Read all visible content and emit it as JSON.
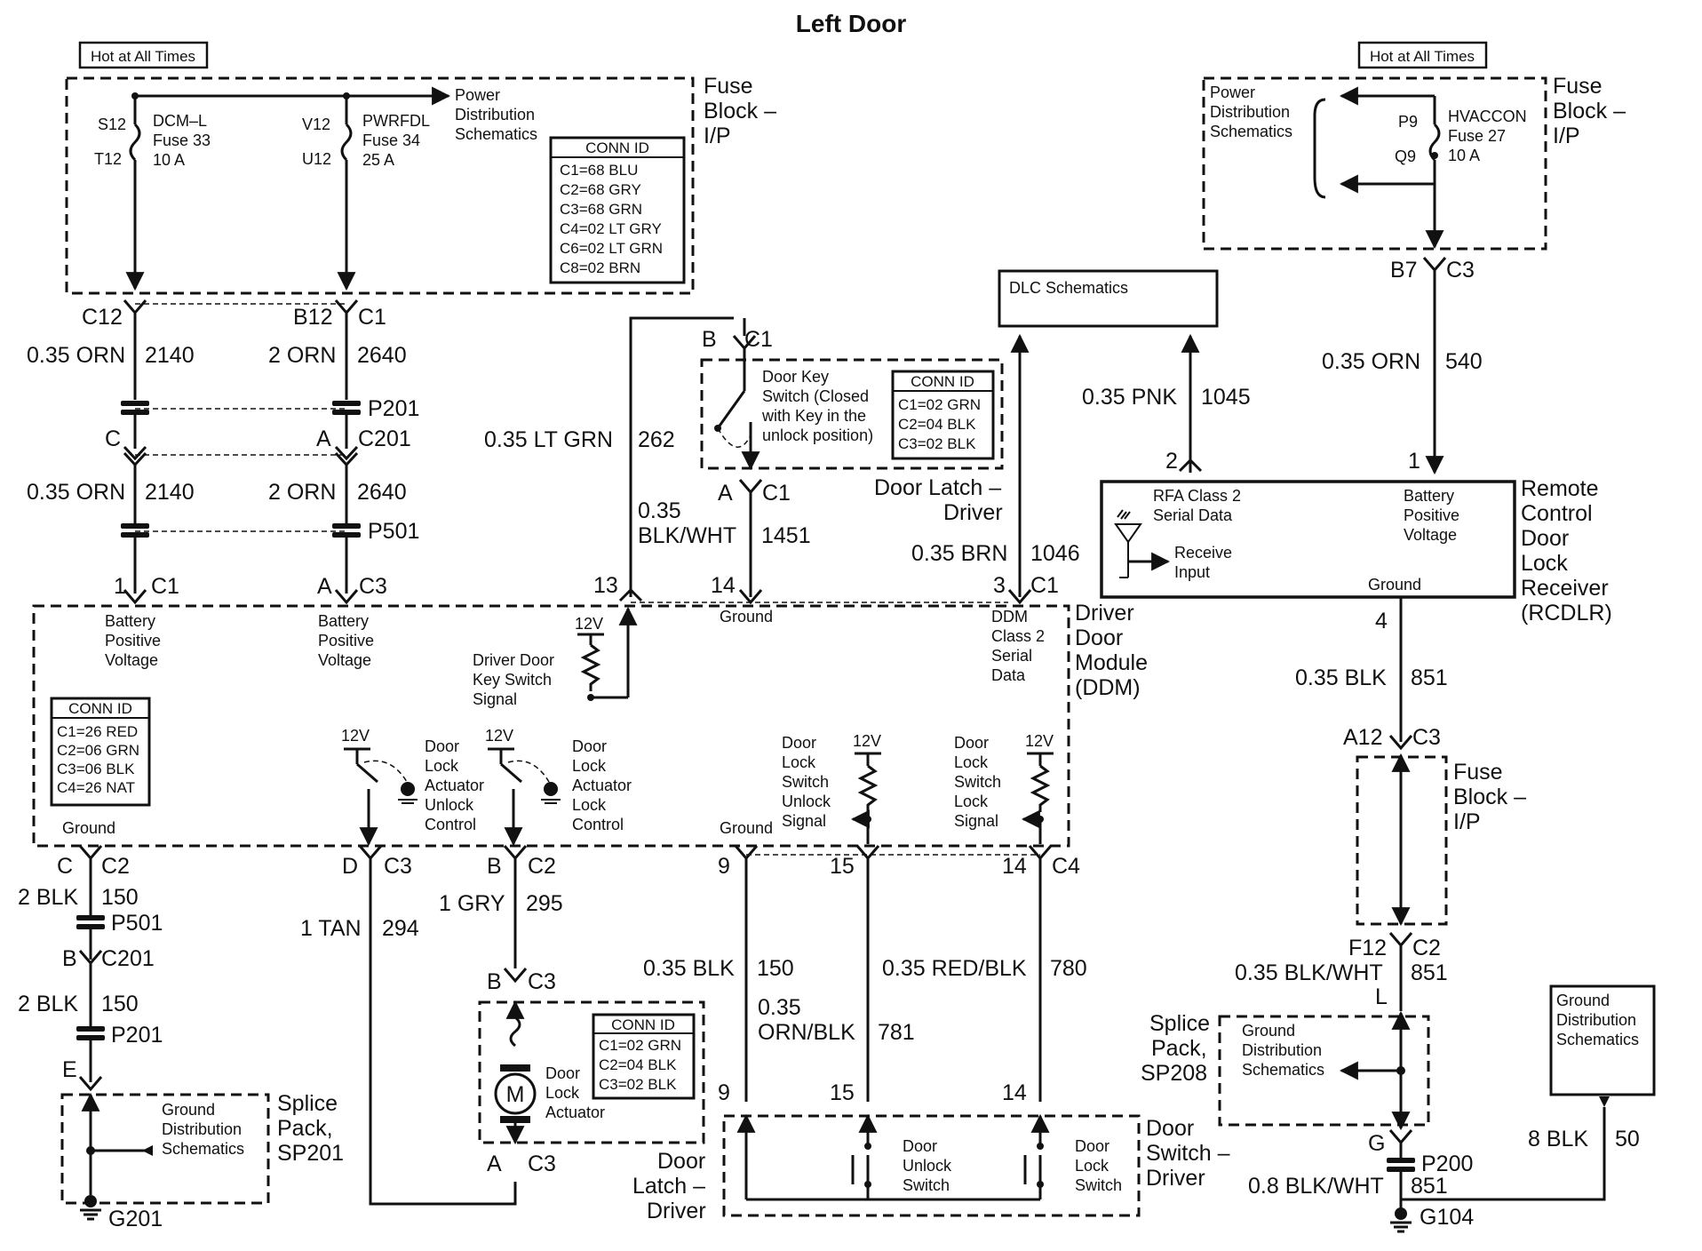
{
  "title": "Left Door",
  "hot_labels": [
    "Hot at All Times",
    "Hot at All Times"
  ],
  "fuse_block_left": {
    "name_lines": [
      "Fuse",
      "Block –",
      "I/P"
    ],
    "fuse1": {
      "top_pin": "S12",
      "bottom_pin": "T12",
      "lines": [
        "DCM–L",
        "Fuse 33",
        "10 A"
      ]
    },
    "fuse2": {
      "top_pin": "V12",
      "bottom_pin": "U12",
      "lines": [
        "PWRFDL",
        "Fuse 34",
        "25 A"
      ]
    },
    "power_dist": [
      "Power",
      "Distribution",
      "Schematics"
    ],
    "conn_id": {
      "title": "CONN ID",
      "rows": [
        "C1=68 BLU",
        "C2=68 GRY",
        "C3=68 GRN",
        "C4=02 LT GRY",
        "C6=02 LT GRN",
        "C8=02 BRN"
      ]
    }
  },
  "fuse_block_right": {
    "name_lines": [
      "Fuse",
      "Block –",
      "I/P"
    ],
    "power_dist": [
      "Power",
      "Distribution",
      "Schematics"
    ],
    "fuse": {
      "top_pin": "P9",
      "bottom_pin": "Q9",
      "lines": [
        "HVACCON",
        "Fuse 27",
        "10 A"
      ]
    }
  },
  "fuse_block_lower": {
    "name_lines": [
      "Fuse",
      "Block –",
      "I/P"
    ]
  },
  "dlc": "DLC Schematics",
  "connectors": {
    "c12": "C12",
    "b12": "B12",
    "c1a": "C1",
    "c_pin": "C",
    "a_pin": "A",
    "c201": "C201",
    "p201": "P201",
    "p501": "P501",
    "pin1": "1",
    "c1b": "C1",
    "pinA": "A",
    "c3a": "C3",
    "pin13": "13",
    "pin14": "14",
    "pin3": "3",
    "c1c": "C1",
    "dk_b": "B",
    "dk_c1": "C1",
    "dk_a": "A",
    "dk_c1b": "C1",
    "b7": "B7",
    "c3b": "C3",
    "rc2": "2",
    "rc1": "1",
    "rc4": "4",
    "a12": "A12",
    "c3c": "C3",
    "f12": "F12",
    "c2a": "C2",
    "pinL": "L",
    "pinG": "G",
    "p200": "P200",
    "g104": "G104",
    "ddm_c": "C",
    "ddm_c2": "C2",
    "ddm_d": "D",
    "ddm_c3": "C3",
    "ddm_b": "B",
    "ddm_c2b": "C2",
    "p501b": "P501",
    "b_pin": "B",
    "c201b": "C201",
    "p201b": "P201",
    "e_pin": "E",
    "g201": "G201",
    "act_b": "B",
    "act_c3": "C3",
    "act_a": "A",
    "act_c3b": "C3",
    "n9": "9",
    "n15": "15",
    "n14": "14",
    "c4": "C4",
    "n9b": "9",
    "n15b": "15",
    "n14b": "14"
  },
  "wires": [
    {
      "gauge": "0.35 ORN",
      "circuit": "2140"
    },
    {
      "gauge": "2 ORN",
      "circuit": "2640"
    },
    {
      "gauge": "0.35 ORN",
      "circuit": "2140"
    },
    {
      "gauge": "2 ORN",
      "circuit": "2640"
    },
    {
      "gauge": "0.35 LT GRN",
      "circuit": "262"
    },
    {
      "gauge_lines": [
        "0.35",
        "BLK/WHT"
      ],
      "circuit": "1451"
    },
    {
      "gauge": "0.35 BRN",
      "circuit": "1046"
    },
    {
      "gauge": "0.35 PNK",
      "circuit": "1045"
    },
    {
      "gauge": "0.35 ORN",
      "circuit": "540"
    },
    {
      "gauge": "0.35 BLK",
      "circuit": "851"
    },
    {
      "gauge": "0.35 BLK/WHT",
      "circuit": "851"
    },
    {
      "gauge": "2 BLK",
      "circuit": "150"
    },
    {
      "gauge": "2 BLK",
      "circuit": "150"
    },
    {
      "gauge": "1 TAN",
      "circuit": "294"
    },
    {
      "gauge": "1 GRY",
      "circuit": "295"
    },
    {
      "gauge": "0.35 BLK",
      "circuit": "150"
    },
    {
      "gauge_lines": [
        "0.35",
        "ORN/BLK"
      ],
      "circuit": "781"
    },
    {
      "gauge": "0.35 RED/BLK",
      "circuit": "780"
    },
    {
      "gauge": "8 BLK",
      "circuit": "50"
    },
    {
      "gauge": "0.8 BLK/WHT",
      "circuit": "851"
    }
  ],
  "door_latch_top": {
    "switch_lines": [
      "Door Key",
      "Switch (Closed",
      "with Key in the",
      "unlock position)"
    ],
    "conn_id": {
      "title": "CONN ID",
      "rows": [
        "C1=02 GRN",
        "C2=04 BLK",
        "C3=02 BLK"
      ]
    },
    "name_lines": [
      "Door Latch –",
      "Driver"
    ]
  },
  "rcdlr": {
    "rfa": [
      "RFA Class 2",
      "Serial Data"
    ],
    "receive": [
      "Receive",
      "Input"
    ],
    "battery": [
      "Battery",
      "Positive",
      "Voltage"
    ],
    "ground": "Ground",
    "name_lines": [
      "Remote",
      "Control",
      "Door",
      "Lock",
      "Receiver",
      "(RCDLR)"
    ]
  },
  "ddm": {
    "battery1": [
      "Battery",
      "Positive",
      "Voltage"
    ],
    "battery2": [
      "Battery",
      "Positive",
      "Voltage"
    ],
    "key_signal": [
      "Driver Door",
      "Key Switch",
      "Signal"
    ],
    "ground_top": "Ground",
    "serial": [
      "DDM",
      "Class 2",
      "Serial",
      "Data"
    ],
    "name_lines": [
      "Driver",
      "Door",
      "Module",
      "(DDM)"
    ],
    "conn_id": {
      "title": "CONN ID",
      "rows": [
        "C1=26 RED",
        "C2=06 GRN",
        "C3=06 BLK",
        "C4=26 NAT"
      ]
    },
    "v12": [
      "12V",
      "12V",
      "12V",
      "12V",
      "12V"
    ],
    "unlock_ctrl": [
      "Door",
      "Lock",
      "Actuator",
      "Unlock",
      "Control"
    ],
    "lock_ctrl": [
      "Door",
      "Lock",
      "Actuator",
      "Lock",
      "Control"
    ],
    "unlock_sig": [
      "Door",
      "Lock",
      "Switch",
      "Unlock",
      "Signal"
    ],
    "lock_sig": [
      "Door",
      "Lock",
      "Switch",
      "Lock",
      "Signal"
    ],
    "ground_left": "Ground",
    "ground_mid": "Ground"
  },
  "splice201": {
    "dist": [
      "Ground",
      "Distribution",
      "Schematics"
    ],
    "name_lines": [
      "Splice",
      "Pack,",
      "SP201"
    ]
  },
  "splice208": {
    "dist": [
      "Ground",
      "Distribution",
      "Schematics"
    ],
    "name_lines": [
      "Splice",
      "Pack,",
      "SP208"
    ]
  },
  "ground_dist": [
    "Ground",
    "Distribution",
    "Schematics"
  ],
  "actuator": {
    "motor": "M",
    "lines": [
      "Door",
      "Lock",
      "Actuator"
    ],
    "conn_id": {
      "title": "CONN ID",
      "rows": [
        "C1=02 GRN",
        "C2=04 BLK",
        "C3=02 BLK"
      ]
    },
    "name_lines": [
      "Door",
      "Latch –",
      "Driver"
    ]
  },
  "door_switch": {
    "unlock": [
      "Door",
      "Unlock",
      "Switch"
    ],
    "lock": [
      "Door",
      "Lock",
      "Switch"
    ],
    "name_lines": [
      "Door",
      "Switch –",
      "Driver"
    ]
  }
}
